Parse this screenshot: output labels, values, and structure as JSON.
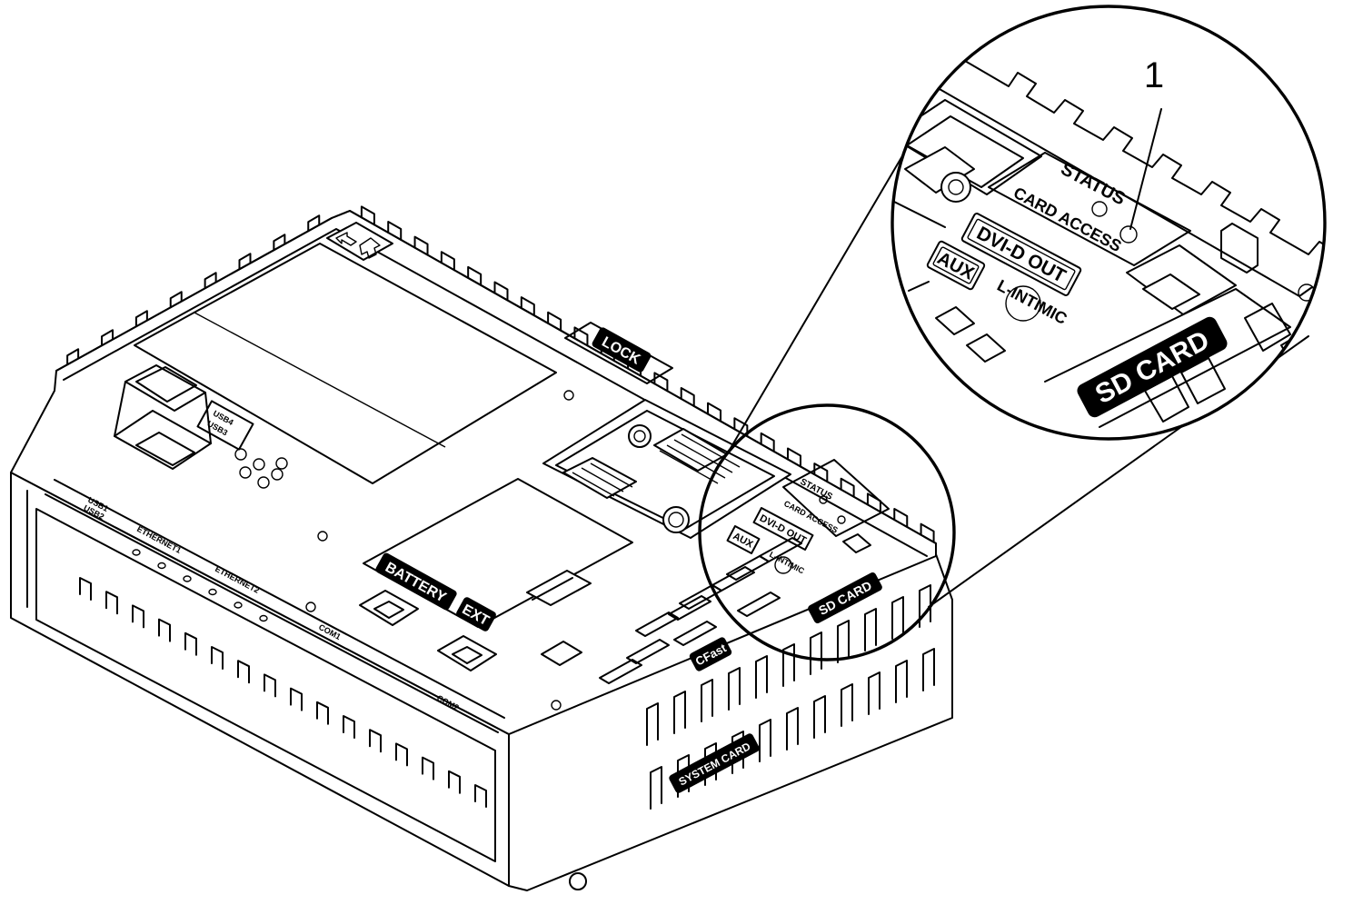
{
  "callout": {
    "number": "1"
  },
  "labels": {
    "lock": "LOCK",
    "battery": "BATTERY",
    "ext": "EXT",
    "usb_back_1": "USB4",
    "usb_back_2": "USB3",
    "usb_front_1": "USB1",
    "usb_front_2": "USB2",
    "ethernet1": "ETHERNET1",
    "ethernet2": "ETHERNET2",
    "com1": "COM1",
    "com2": "COM2",
    "cfast": "CFast",
    "system_card": "SYSTEM CARD",
    "sd_card": "SD CARD",
    "status": "STATUS",
    "card_access": "CARD ACCESS",
    "dvi_d_out": "DVI-D  OUT",
    "aux": "AUX",
    "lintimic": "L-INTIMIC"
  }
}
